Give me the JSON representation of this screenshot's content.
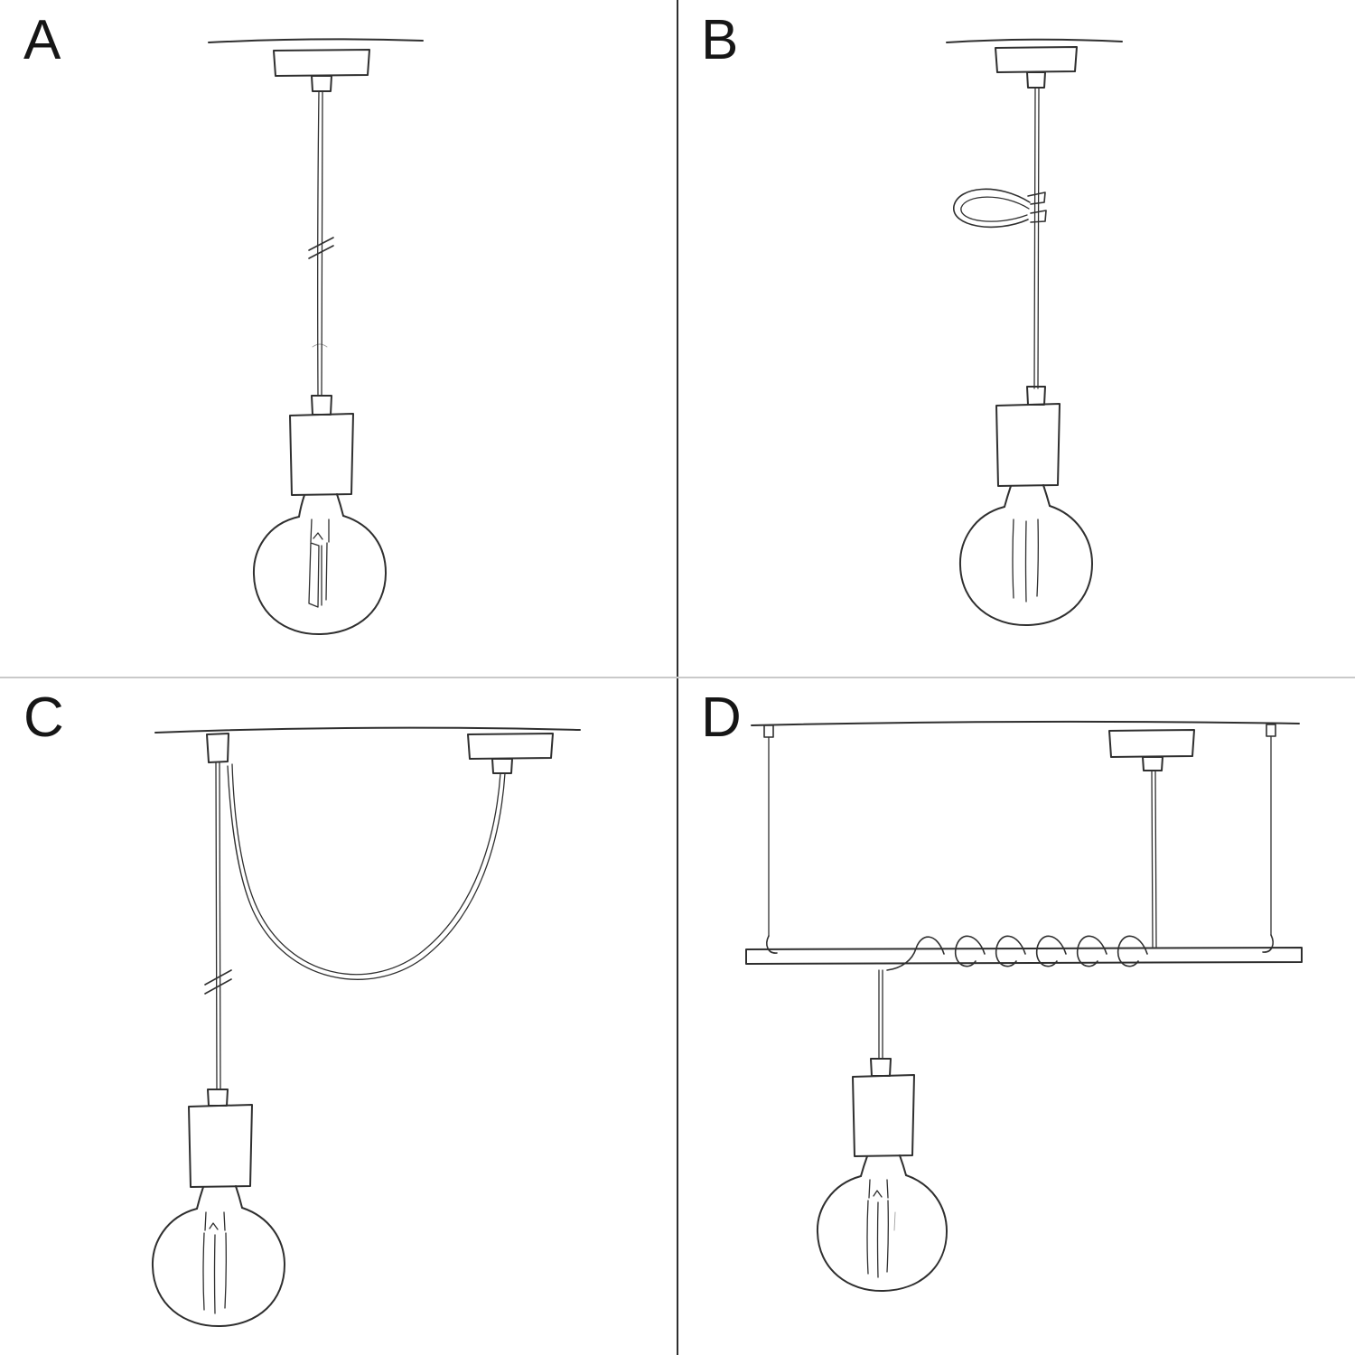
{
  "panels": [
    {
      "label": "A"
    },
    {
      "label": "B"
    },
    {
      "label": "C"
    },
    {
      "label": "D"
    }
  ],
  "colors": {
    "ink": "#2f2f2f",
    "divider_dark": "#2e2e2e",
    "divider_light": "#c9c9c9",
    "background": "#ffffff"
  }
}
